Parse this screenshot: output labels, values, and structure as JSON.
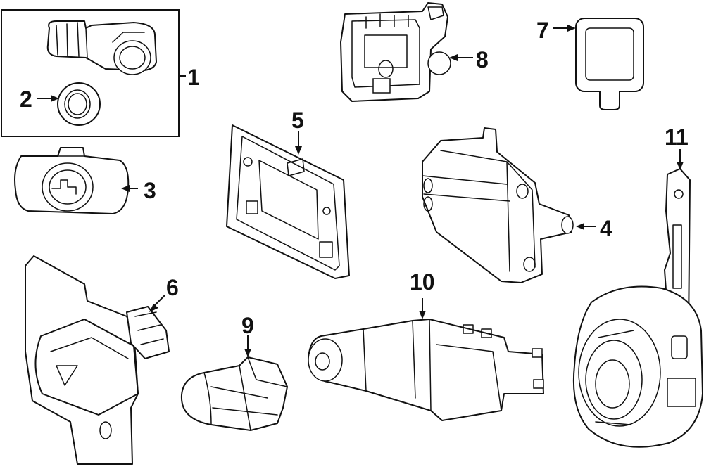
{
  "callouts": {
    "c1": "1",
    "c2": "2",
    "c3": "3",
    "c4": "4",
    "c5": "5",
    "c6": "6",
    "c7": "7",
    "c8": "8",
    "c9": "9",
    "c10": "10",
    "c11": "11"
  },
  "parts": [
    {
      "callout": "1",
      "icon": "parking-sensor-assembly-icon"
    },
    {
      "callout": "2",
      "icon": "sensor-retainer-ring-icon"
    },
    {
      "callout": "3",
      "icon": "sensor-bracket-icon"
    },
    {
      "callout": "4",
      "icon": "radar-module-icon"
    },
    {
      "callout": "5",
      "icon": "module-bracket-icon"
    },
    {
      "callout": "6",
      "icon": "camera-mount-icon"
    },
    {
      "callout": "7",
      "icon": "camera-module-icon"
    },
    {
      "callout": "8",
      "icon": "camera-bracket-icon"
    },
    {
      "callout": "9",
      "icon": "rear-camera-icon"
    },
    {
      "callout": "10",
      "icon": "control-unit-icon"
    },
    {
      "callout": "11",
      "icon": "clock-spring-bracket-icon"
    }
  ]
}
